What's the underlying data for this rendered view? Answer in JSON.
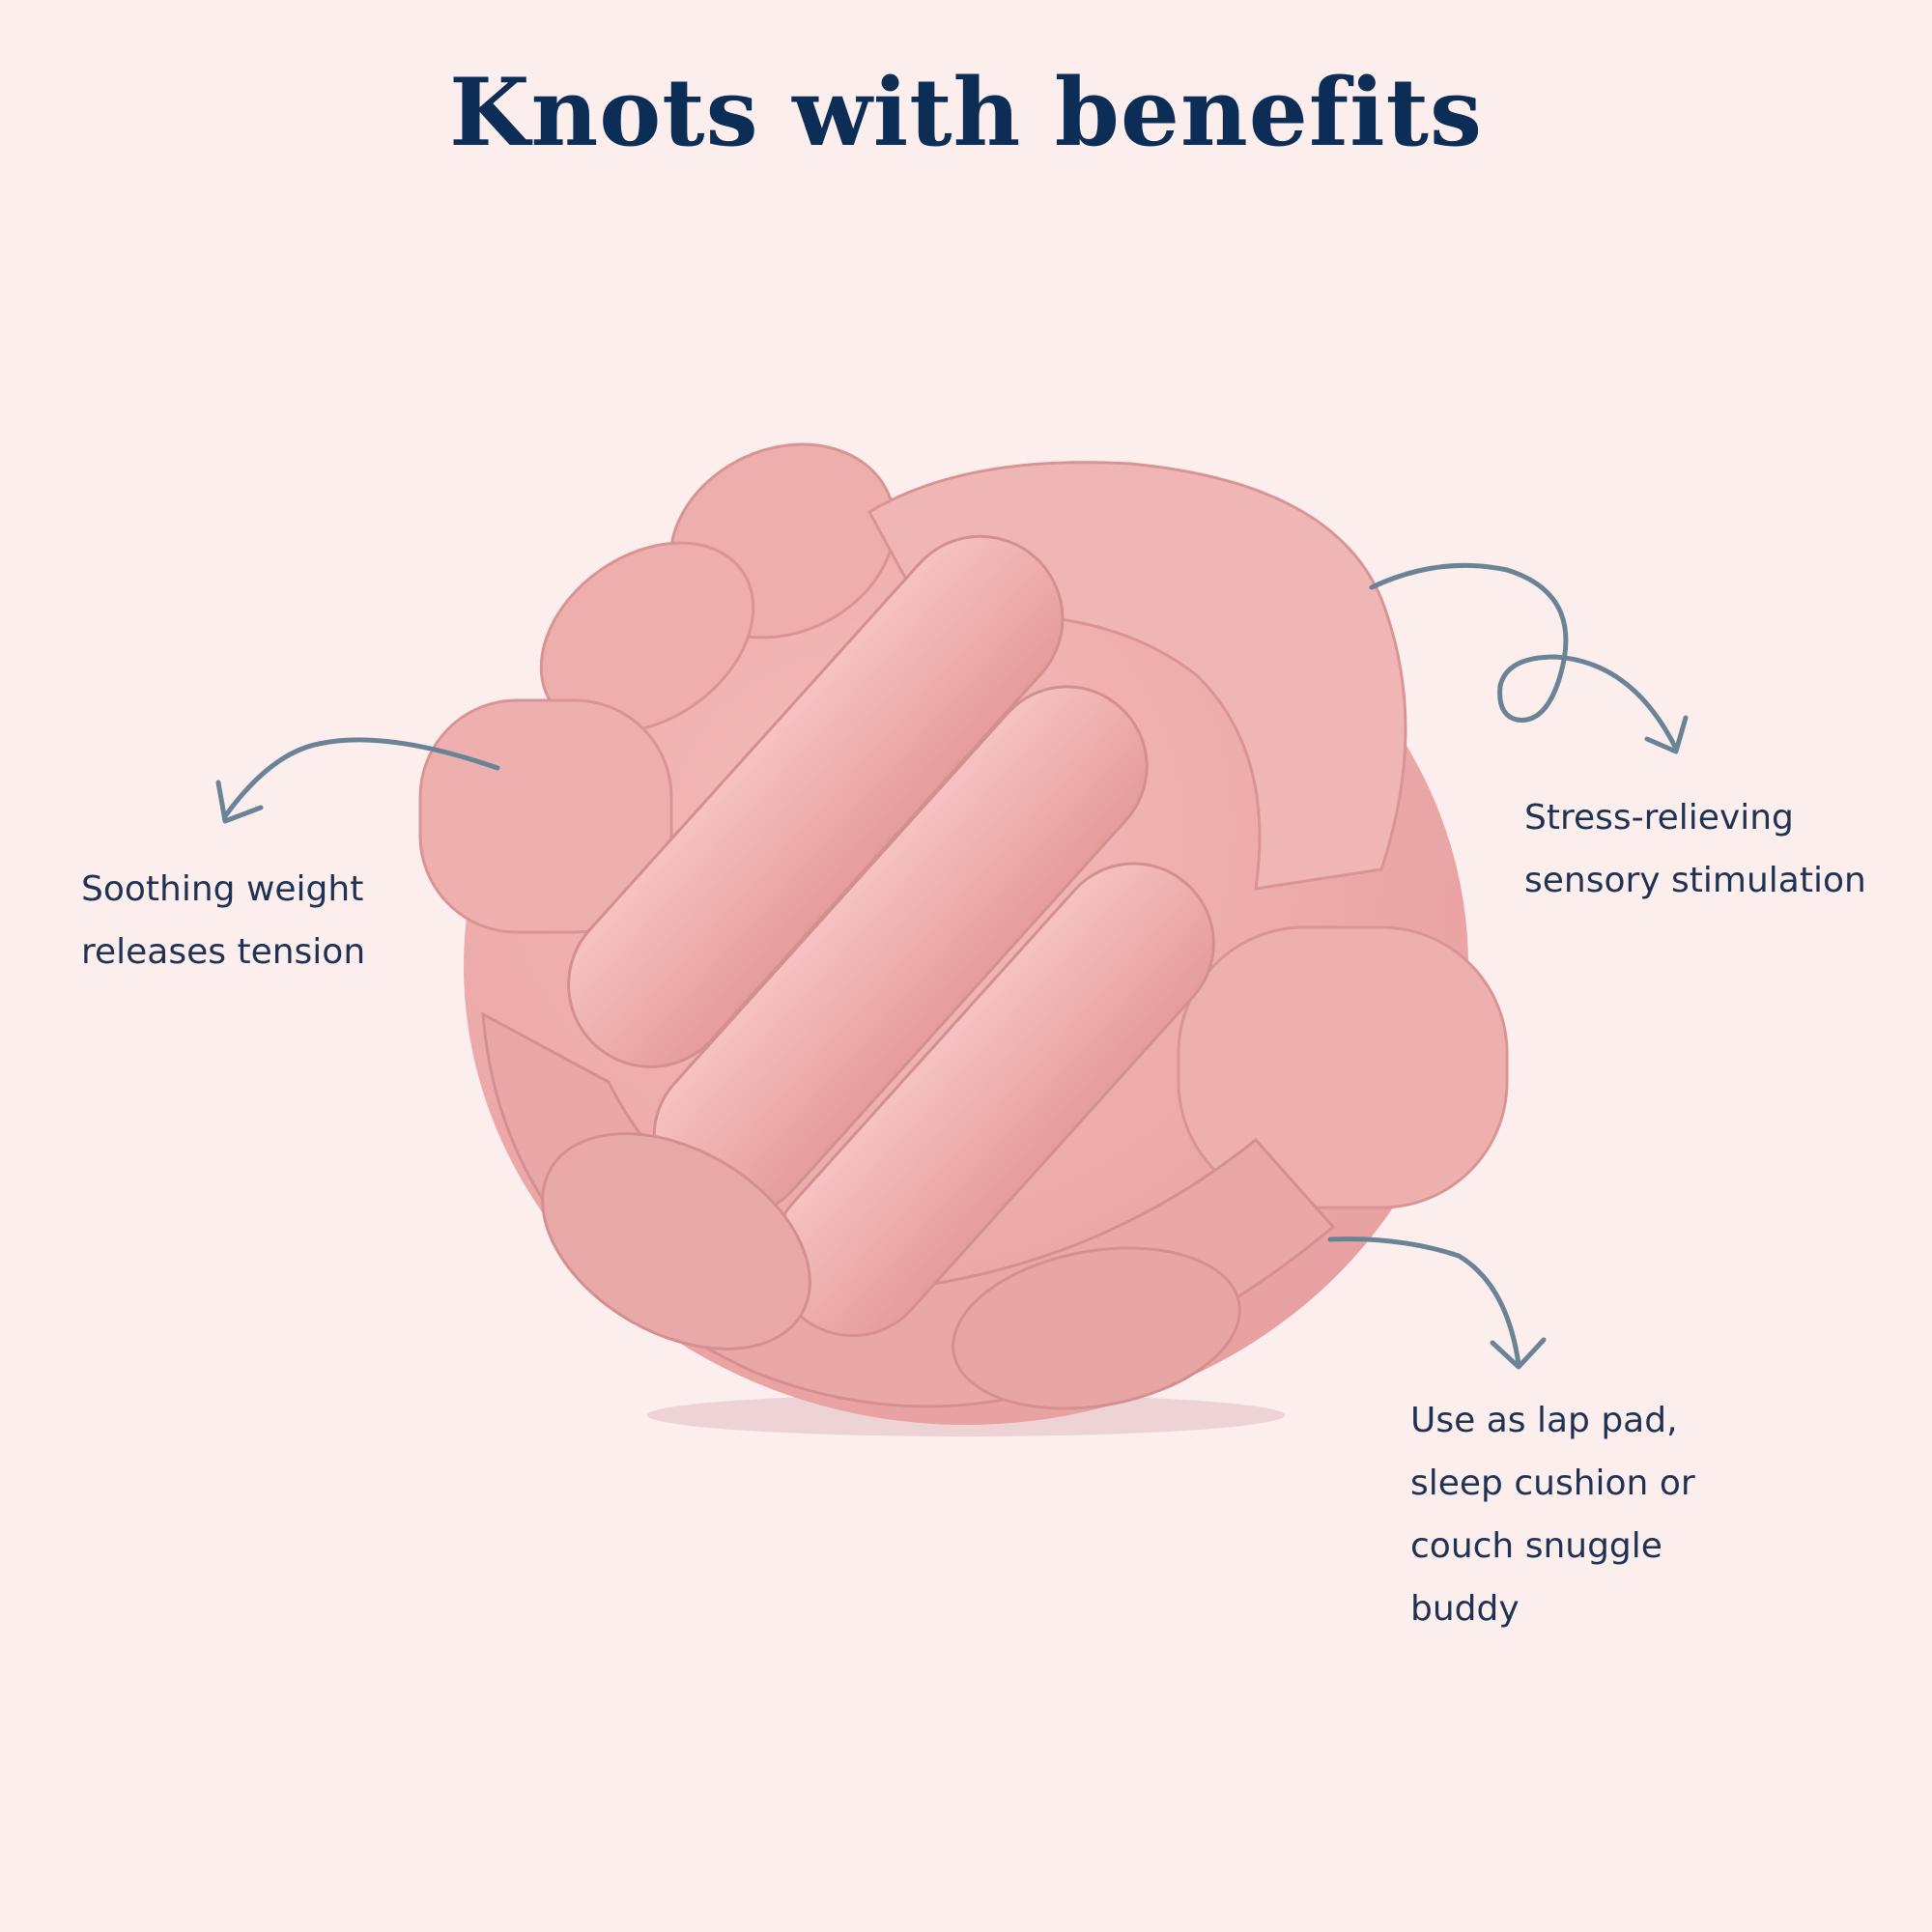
{
  "title": "Knots with benefits",
  "colors": {
    "background": "#fdeeee",
    "title": "#0c2d56",
    "caption_text": "#1e3354",
    "arrow": "#6a8397",
    "knot_pink": "#eea9a9"
  },
  "benefits": [
    {
      "lines": [
        "Soothing weight",
        "releases tension"
      ]
    },
    {
      "lines": [
        "Stress-relieving",
        "sensory stimulation"
      ]
    },
    {
      "lines": [
        "Use as lap pad,",
        "sleep cushion or",
        "couch snuggle",
        "buddy"
      ]
    }
  ],
  "image": {
    "subject": "knot-pillow-icon"
  }
}
